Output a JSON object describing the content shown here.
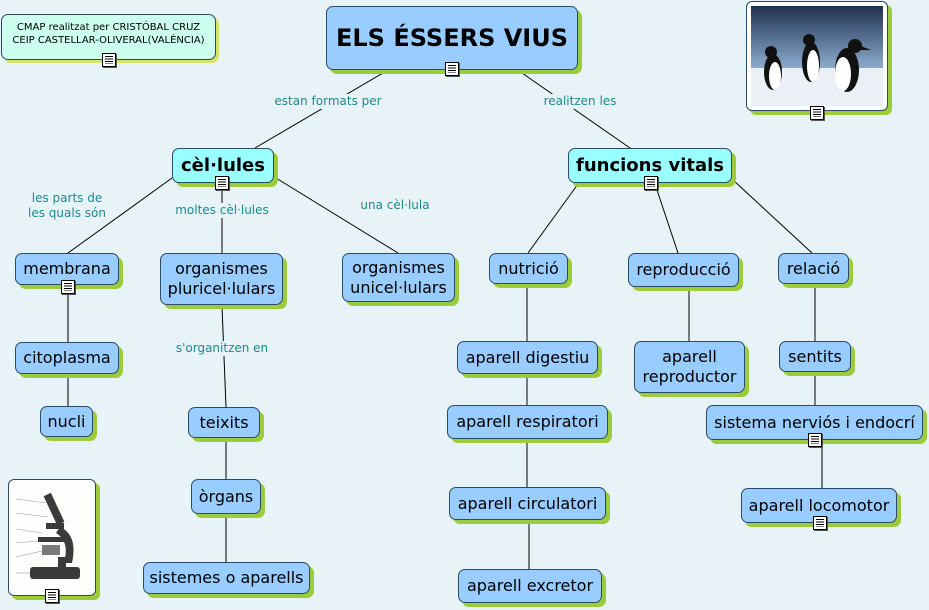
{
  "title": "ELS ÉSSERS VIUS",
  "credit": {
    "line1": "CMAP realitzat per CRISTÓBAL CRUZ",
    "line2": "CEIP CASTELLAR-OLIVERAL(VALÈNCIA)"
  },
  "nodes": {
    "cellules": "cèl·lules",
    "funcions": "funcions vitals",
    "membrana": "membrana",
    "citoplasma": "citoplasma",
    "nucli": "nucli",
    "pluri_1": "organismes",
    "pluri_2": "pluricel·lulars",
    "uni_1": "organismes",
    "uni_2": "unicel·lulars",
    "teixits": "teixits",
    "organs": "òrgans",
    "sistemes": "sistemes o aparells",
    "nutricio": "nutrició",
    "reproduccio": "reproducció",
    "relacio": "relació",
    "digestiu": "aparell digestiu",
    "respiratori": "aparell respiratori",
    "circulatori": "aparell circulatori",
    "excretor": "aparell excretor",
    "repro_1": "aparell",
    "repro_2": "reproductor",
    "sentits": "sentits",
    "nervios": "sistema nerviós i endocrí",
    "locomotor": "aparell locomotor"
  },
  "links": {
    "estan_formats": "estan formats per",
    "realitzen": "realitzen les",
    "parts_1": "les parts de",
    "parts_2": "les quals són",
    "moltes": "moltes cèl·lules",
    "una": "una cèl·lula",
    "organitzen": "s'organitzen en"
  },
  "colors": {
    "node_blue": "#99ccff",
    "node_cyan": "#99ffff",
    "shadow_green": "#9ccc3c",
    "label_teal": "#1a8a8a",
    "background": "#e8f3f7"
  },
  "icons": [
    "document-icon",
    "penguins-image",
    "microscope-image"
  ]
}
